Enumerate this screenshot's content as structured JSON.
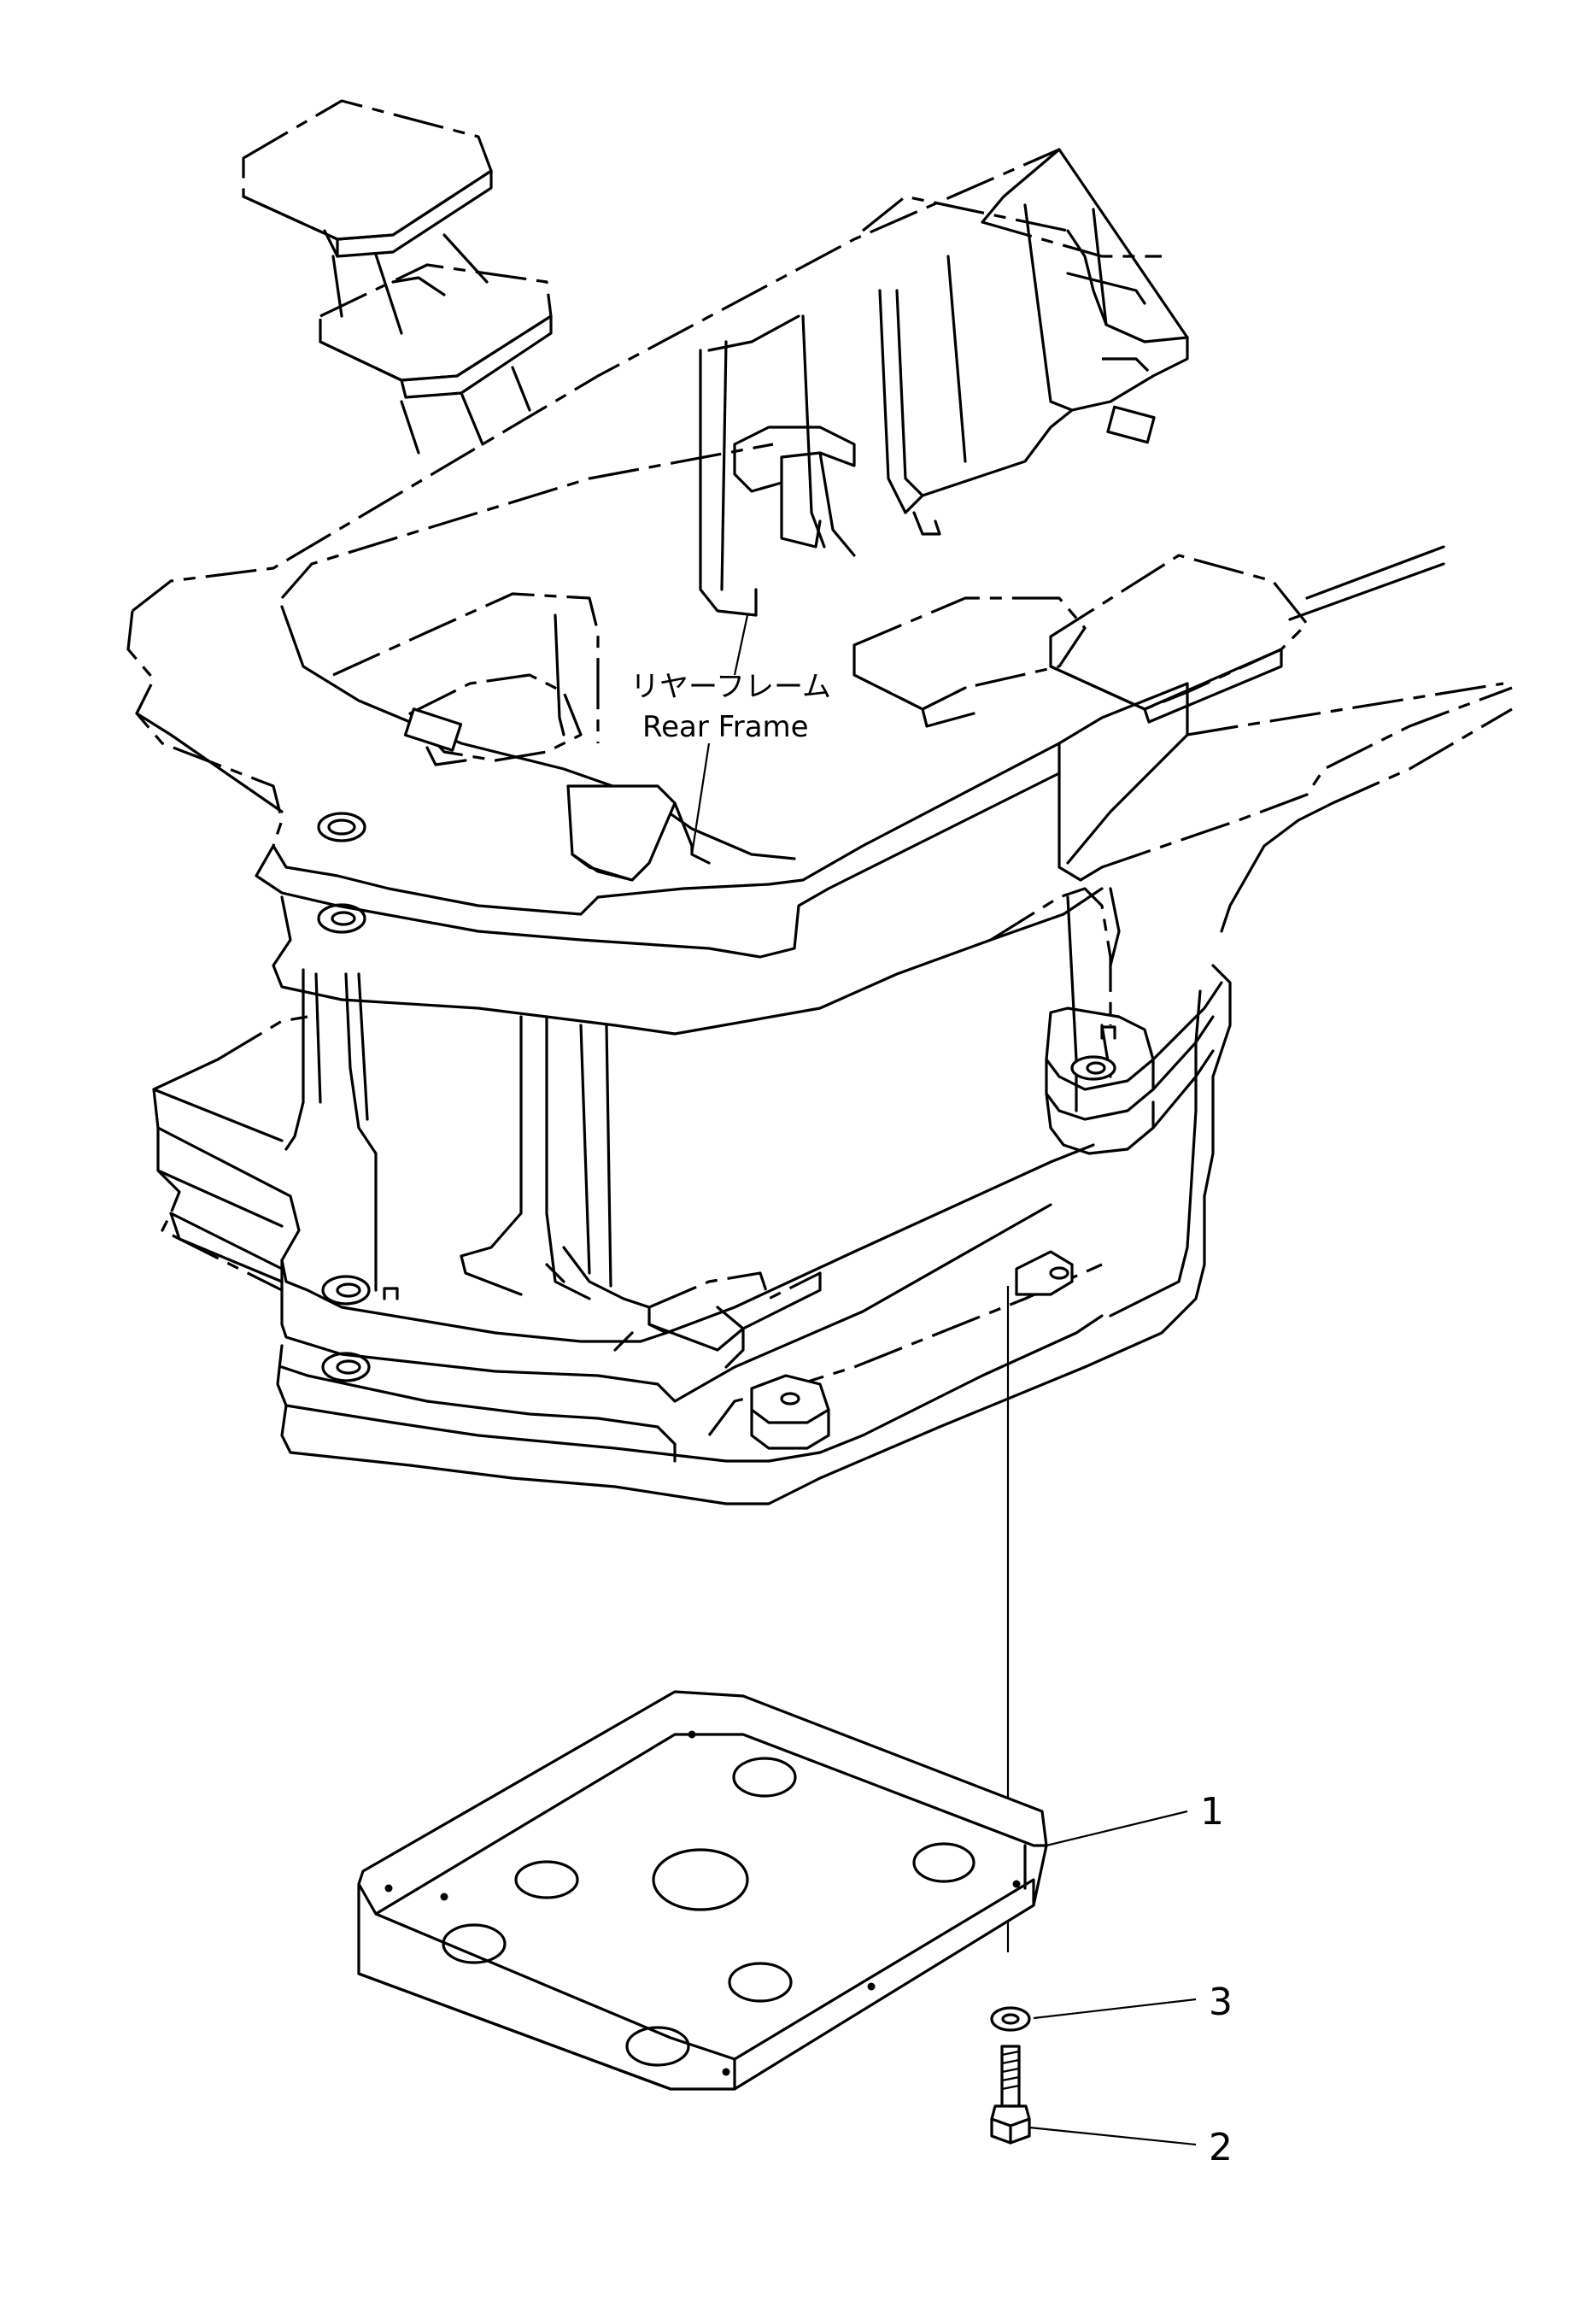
{
  "frame_label": {
    "japanese": "リヤーフレーム",
    "english": "Rear Frame"
  },
  "callouts": {
    "part_1": "1",
    "part_2": "2",
    "part_3": "3"
  }
}
